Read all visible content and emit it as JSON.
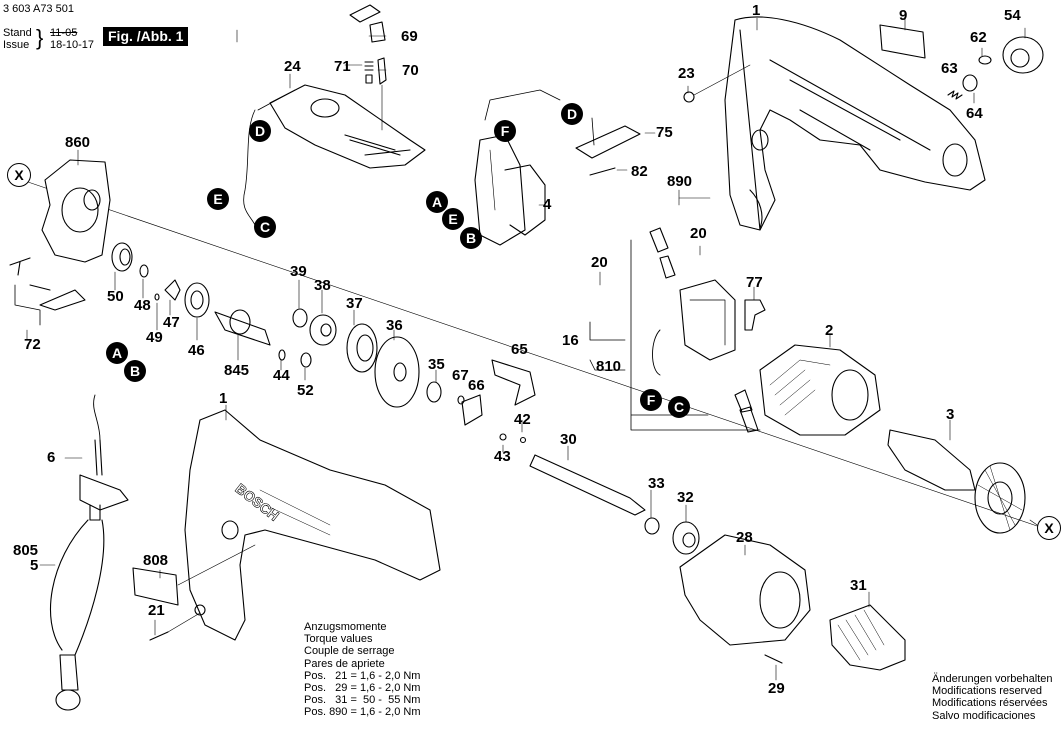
{
  "header": {
    "part_number": "3 603 A73 501",
    "stand_label": "Stand",
    "issue_label": "Issue",
    "old_date": "11-05",
    "new_date": "18-10-17",
    "figure_label": "Fig. /Abb. 1"
  },
  "parts": {
    "p1_top": "1",
    "p9": "9",
    "p54": "54",
    "p62": "62",
    "p23": "23",
    "p63": "63",
    "p64": "64",
    "p69": "69",
    "p71": "71",
    "p70": "70",
    "p24": "24",
    "p75": "75",
    "p82": "82",
    "p4": "4",
    "p890": "890",
    "p860": "860",
    "p20a": "20",
    "p20b": "20",
    "p77": "77",
    "p16": "16",
    "p810": "810",
    "p2": "2",
    "p3": "3",
    "p39": "39",
    "p38": "38",
    "p37": "37",
    "p36": "36",
    "p65": "65",
    "p50": "50",
    "p48": "48",
    "p47": "47",
    "p49": "49",
    "p46": "46",
    "p845": "845",
    "p44": "44",
    "p52": "52",
    "p35": "35",
    "p67": "67",
    "p66": "66",
    "p42": "42",
    "p43": "43",
    "p72": "72",
    "p30": "30",
    "p33": "33",
    "p32": "32",
    "p28": "28",
    "p31": "31",
    "p29": "29",
    "p6": "6",
    "p805": "805",
    "p5": "5",
    "p1_bottom": "1",
    "p808": "808",
    "p21": "21"
  },
  "connectors": {
    "D": "D",
    "E": "E",
    "C": "C",
    "F": "F",
    "A": "A",
    "B": "B",
    "X": "X"
  },
  "torque": {
    "title_de": "Anzugsmomente",
    "title_en": "Torque values",
    "title_fr": "Couple de serrage",
    "title_es": "Pares de apriete",
    "rows": [
      "Pos.   21 = 1,6 - 2,0 Nm",
      "Pos.   29 = 1,6 - 2,0 Nm",
      "Pos.   31 =  50 -  55 Nm",
      "Pos. 890 = 1,6 - 2,0 Nm"
    ]
  },
  "disclaimer": {
    "de": "Änderungen vorbehalten",
    "en": "Modifications reserved",
    "fr": "Modifications réservées",
    "es": "Salvo modificaciones"
  },
  "brand_text": "BOSCH"
}
